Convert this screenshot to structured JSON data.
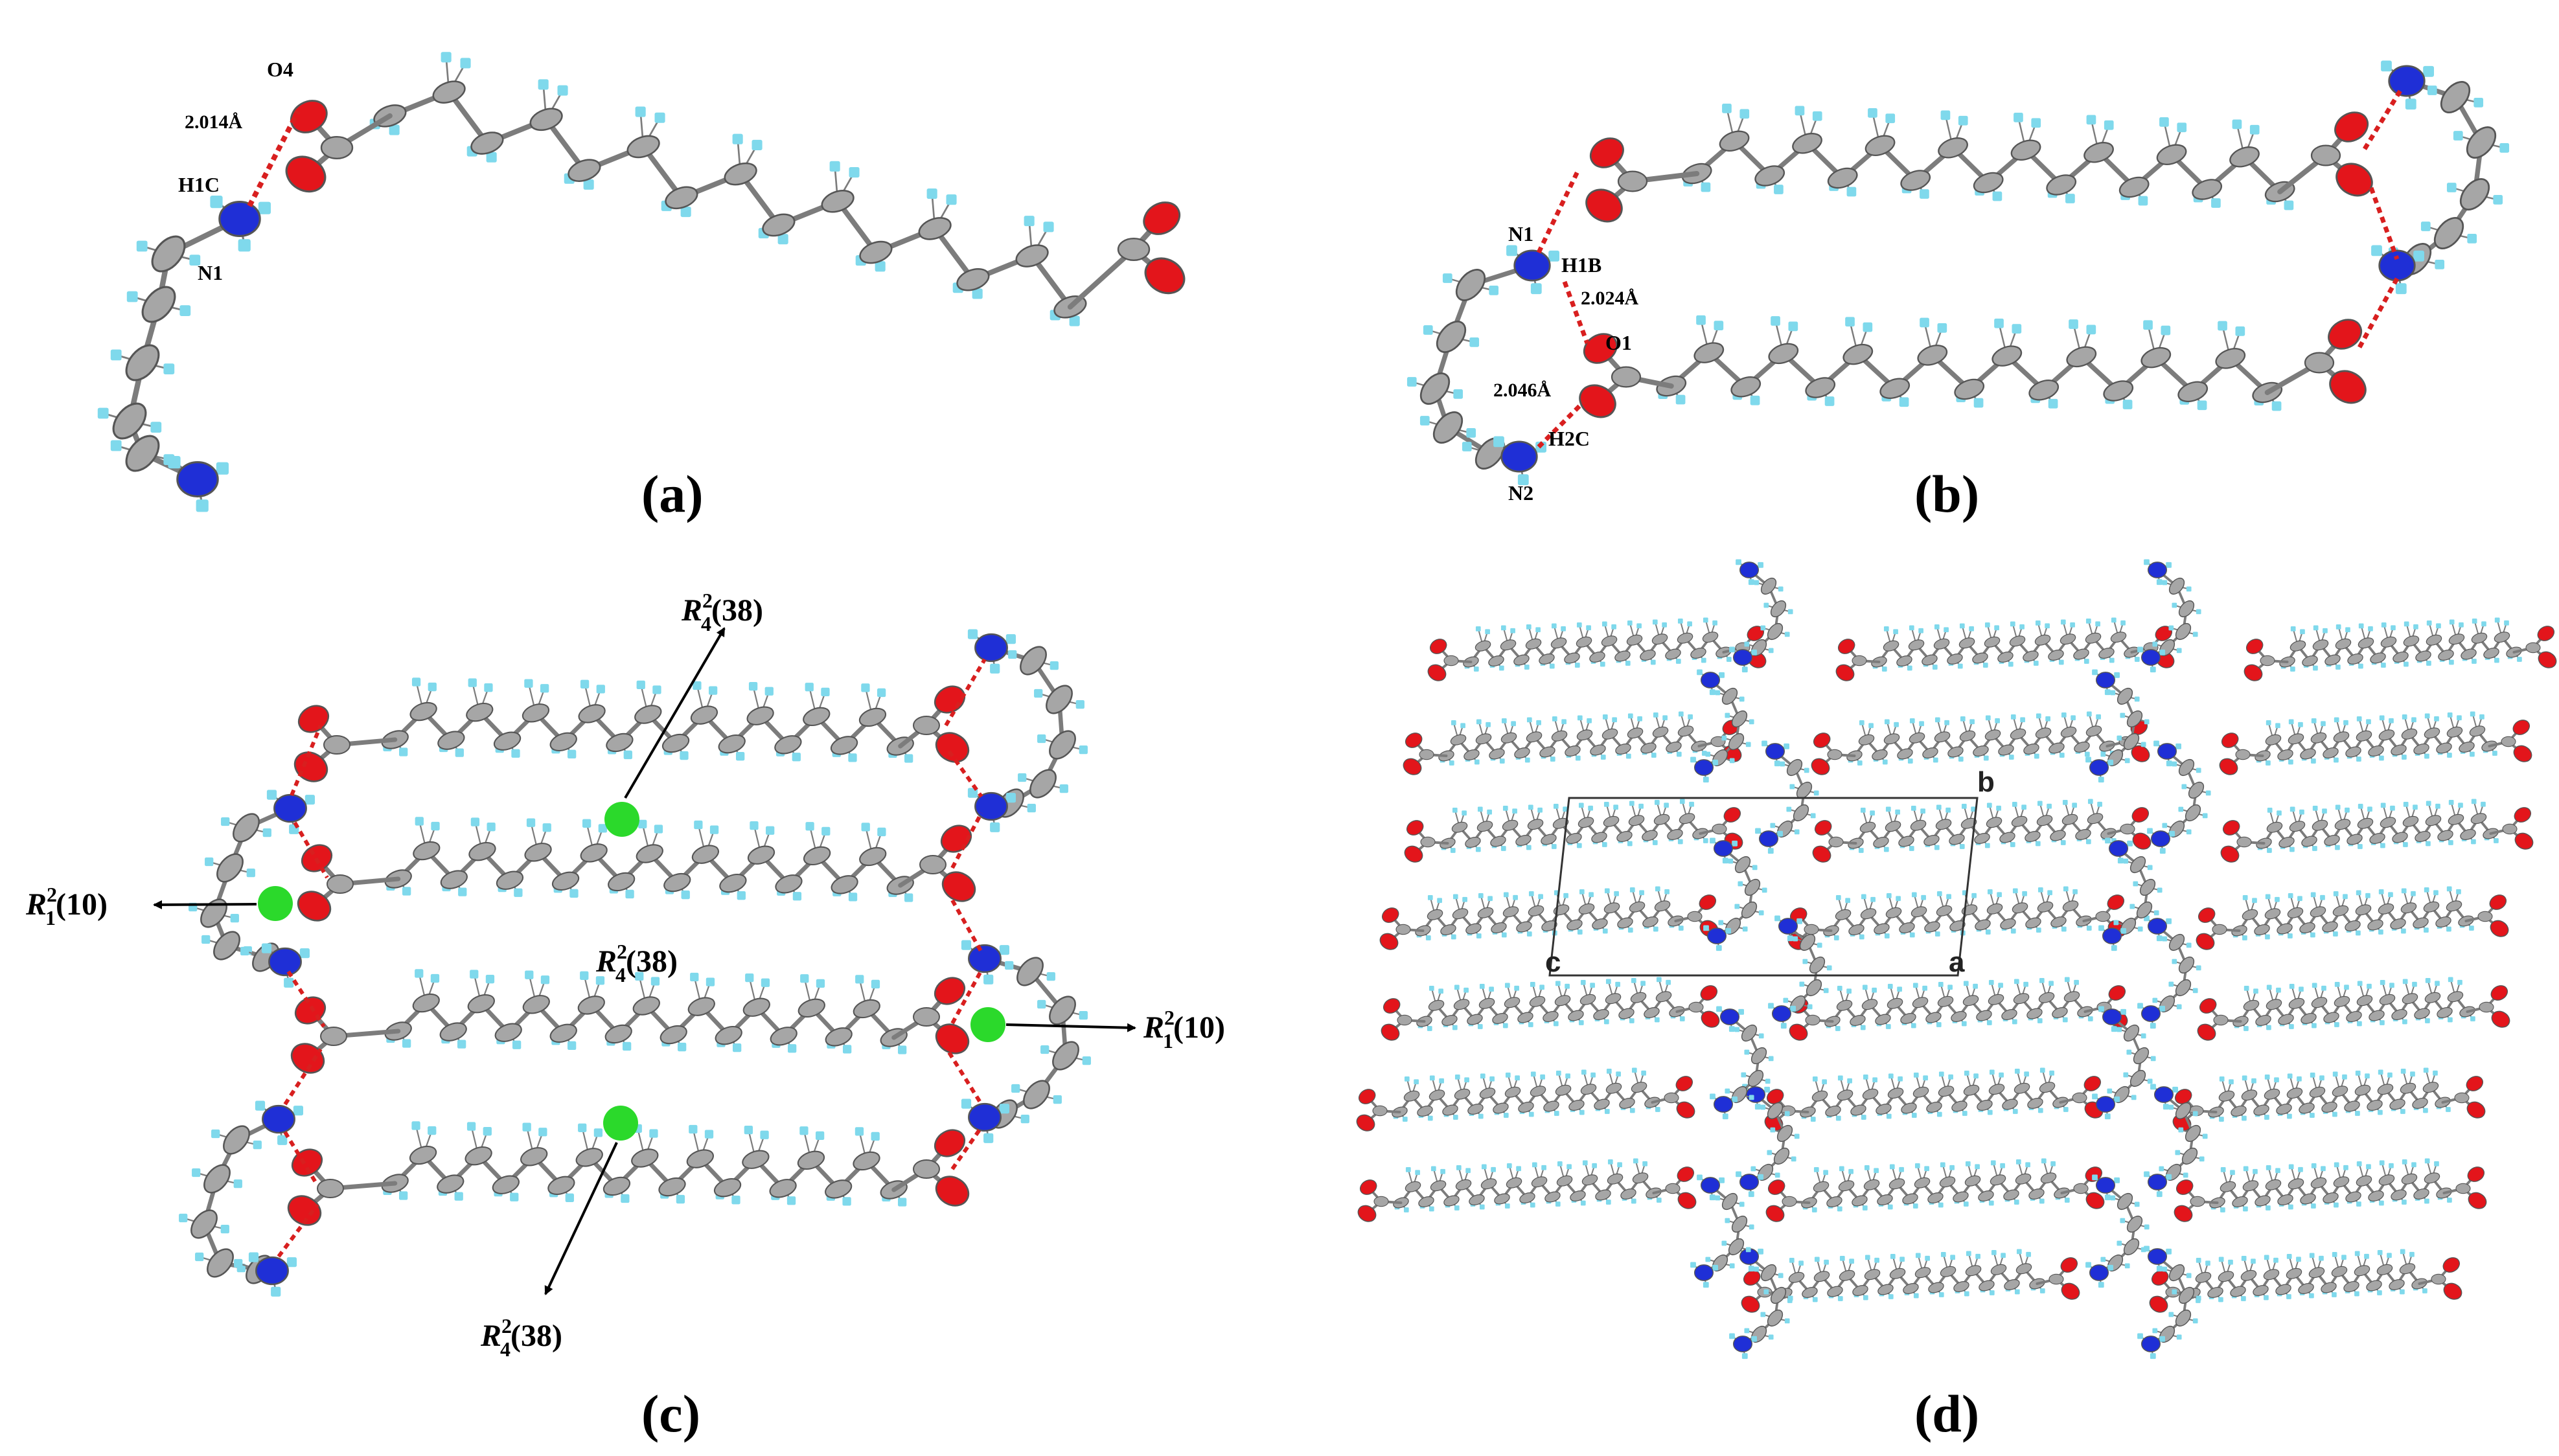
{
  "colors": {
    "carbon": "#a6a6a6",
    "hydrogen": "#7fd9ec",
    "oxygen": "#e3151b",
    "nitrogen": "#1f2fd6",
    "hbond": "#d81f1f",
    "marker": "#2bd92b",
    "bond": "#7c7c7c"
  },
  "panels": {
    "a": {
      "label": "(a)",
      "atoms": {
        "o4": "O4",
        "h1c": "H1C",
        "n1": "N1"
      },
      "distance": "2.014Å"
    },
    "b": {
      "label": "(b)",
      "atoms": {
        "n1": "N1",
        "h1b": "H1B",
        "o1": "O1",
        "h2c": "H2C",
        "n2": "N2"
      },
      "distances": {
        "d1": "2.024Å",
        "d2": "2.046Å"
      }
    },
    "c": {
      "label": "(c)",
      "motifs": {
        "top": {
          "letter": "R",
          "sup": "2",
          "sub": "4",
          "num": "(38)"
        },
        "left": {
          "letter": "R",
          "sup": "2",
          "sub": "1",
          "num": "(10)"
        },
        "center": {
          "letter": "R",
          "sup": "2",
          "sub": "4",
          "num": "(38)"
        },
        "right": {
          "letter": "R",
          "sup": "2",
          "sub": "1",
          "num": "(10)"
        },
        "bottom": {
          "letter": "R",
          "sup": "2",
          "sub": "4",
          "num": "(38)"
        }
      }
    },
    "d": {
      "label": "(d)",
      "axes": {
        "b": "b",
        "c": "c",
        "a": "a"
      }
    }
  }
}
